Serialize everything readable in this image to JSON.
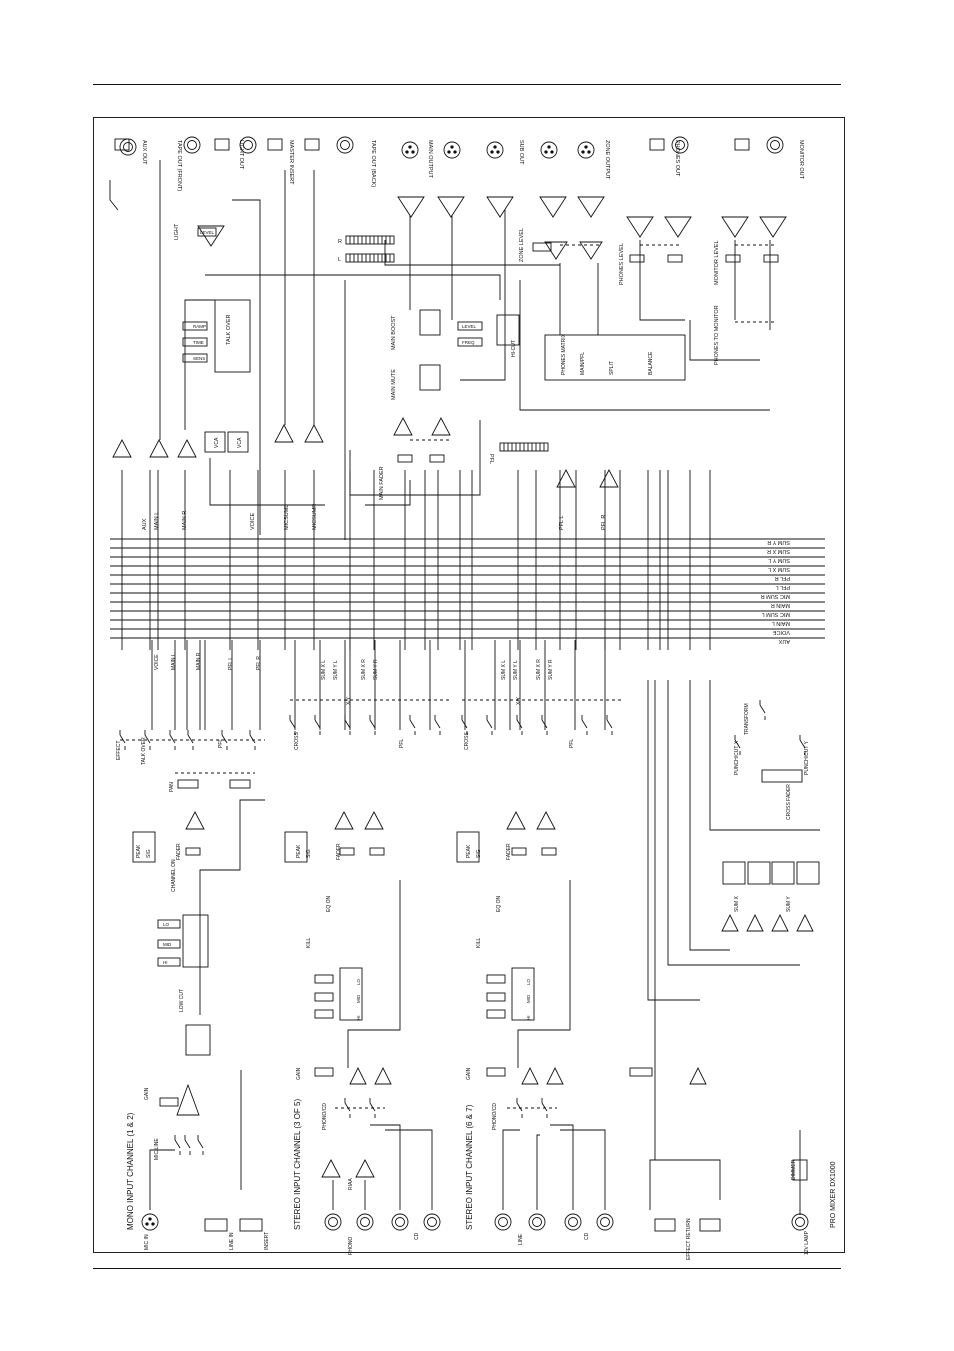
{
  "top_labels": {
    "aux_out": "AUX OUT",
    "tape_out_front": "TAPE OUT (FRONT)",
    "light_out": "LIGHT OUT",
    "master_insert": "MASTER INSERT",
    "tape_out_back": "TAPE OUT (BACK)",
    "main_output": "MAIN OUTPUT",
    "sub_out": "SUB OUT",
    "zone_output": "ZONE OUTPUT",
    "phones_out": "PHONES OUT",
    "monitor_out": "MONITOR OUT"
  },
  "center_labels": {
    "light": "LIGHT",
    "level": "LEVEL",
    "talk_over": "TALK OVER",
    "ramp": "RAMP",
    "time": "TIME",
    "sens": "SENS",
    "main_boost": "MAIN BOOST",
    "main_mute": "MAIN MUTE",
    "main_fader": "MAIN FADER",
    "freq": "FREQ",
    "hi_cut": "HI-CUT",
    "zone_level": "ZONE LEVEL",
    "phones_matrix": "PHONES MATRIX",
    "main_pfl": "MAIN/PFL",
    "split": "SPLIT",
    "balance": "BALANCE",
    "phones_level": "PHONES LEVEL",
    "monitor_level": "MONITOR LEVEL",
    "phones_to_monitor": "PHONES TO MONITOR",
    "pfl": "PFL",
    "meter_r": "R",
    "meter_l": "L",
    "vca": "VCA"
  },
  "bus_labels": [
    "SUM Y R",
    "SUM X R",
    "SUM Y L",
    "SUM X L",
    "PFL R",
    "PFL L",
    "MIC SUM R",
    "MAIN R",
    "MIC SUM L",
    "MAIN L",
    "VOICE",
    "AUX"
  ],
  "vertical_labels": {
    "aux": "AUX",
    "main_l": "MAIN L",
    "main_r": "MAIN R",
    "voice": "VOICE",
    "micsum_l": "MICSUML",
    "micsum_r": "MICSUMR",
    "pfl_l": "PFL L",
    "pfl_r": "PFL R"
  },
  "channel_titles": {
    "mono": "MONO INPUT CHANNEL (1 & 2)",
    "stereo_a": "STEREO INPUT CHANNEL (3 OF 5)",
    "stereo_b": "STEREO INPUT CHANNEL (6 & 7)",
    "product": "PRO MIXER DX1000"
  },
  "channel_labels": {
    "effect": "EFFECT",
    "talk_over": "TALK OVER",
    "pfl": "PFL",
    "pan": "PAN",
    "peak": "PEAK",
    "sig": "SIG",
    "fader": "FADER",
    "channel_on": "CHANNEL ON",
    "lo": "LO",
    "mid": "MID",
    "hi": "HI",
    "level": "LEVEL",
    "low_cut": "LOW CUT",
    "gain": "GAIN",
    "mic_line": "MIC/LINE",
    "mic_in": "MIC IN",
    "line_in": "LINE IN",
    "insert": "INSERT",
    "cross": "CROSS",
    "xy": "X/Y",
    "eq_on": "EQ ON",
    "kill": "KILL",
    "phono_cd": "PHONO/CD",
    "riaa": "RIAA",
    "phono": "PHONO",
    "cd": "CD",
    "line": "LINE",
    "sum_x_l": "SUM X L",
    "sum_y_l": "SUM Y L",
    "sum_x_r": "SUM X R",
    "sum_y_r": "SUM Y R"
  },
  "right_labels": {
    "transform": "TRANSFORM",
    "punch_cut_x": "PUNCH/CUT X",
    "punch_cut_y": "PUNCH/CUT Y",
    "cross_fader": "CROSS FADER",
    "sum_x": "SUM X",
    "sum_y": "SUM Y",
    "effect_return": "EFFECT RETURN",
    "lamp": "12V LAMP",
    "dimmer": "DIMMER"
  }
}
